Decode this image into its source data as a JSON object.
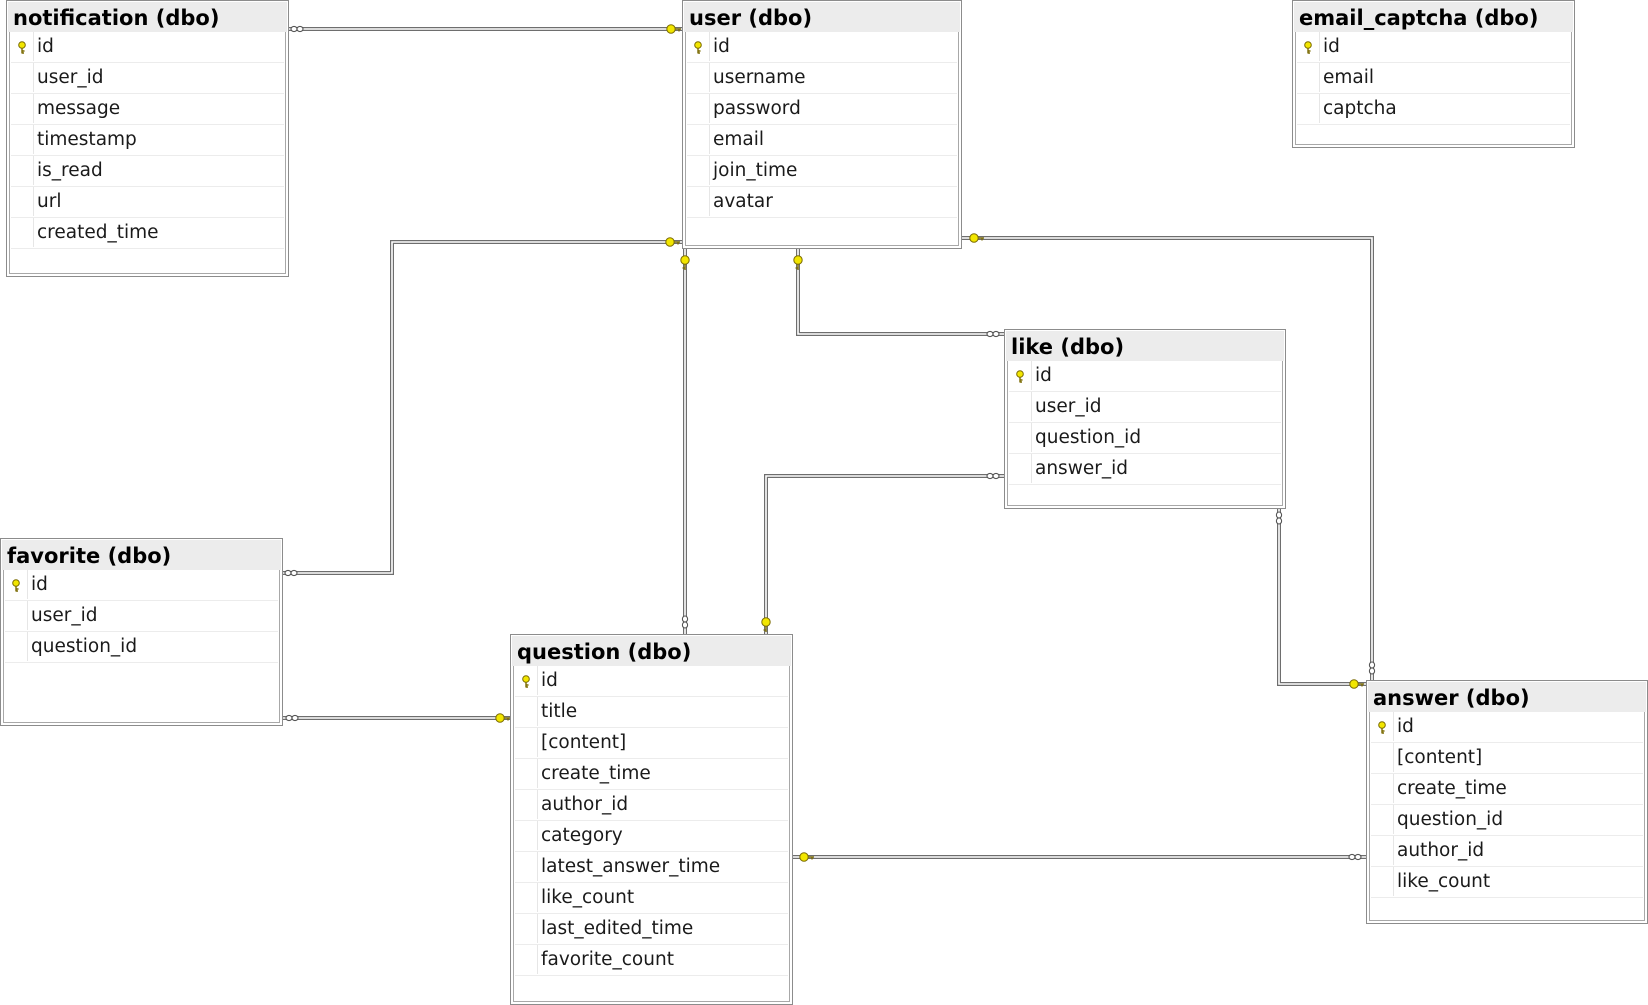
{
  "diagram": {
    "tables": [
      {
        "id": "notification",
        "title": "notification (dbo)",
        "columns": [
          {
            "name": "id",
            "pk": true
          },
          {
            "name": "user_id"
          },
          {
            "name": "message"
          },
          {
            "name": "timestamp"
          },
          {
            "name": "is_read"
          },
          {
            "name": "url"
          },
          {
            "name": "created_time"
          }
        ]
      },
      {
        "id": "user",
        "title": "user (dbo)",
        "columns": [
          {
            "name": "id",
            "pk": true
          },
          {
            "name": "username"
          },
          {
            "name": "password"
          },
          {
            "name": "email"
          },
          {
            "name": "join_time"
          },
          {
            "name": "avatar"
          }
        ]
      },
      {
        "id": "email_captcha",
        "title": "email_captcha (dbo)",
        "columns": [
          {
            "name": "id",
            "pk": true
          },
          {
            "name": "email"
          },
          {
            "name": "captcha"
          }
        ]
      },
      {
        "id": "like",
        "title": "like (dbo)",
        "columns": [
          {
            "name": "id",
            "pk": true
          },
          {
            "name": "user_id"
          },
          {
            "name": "question_id"
          },
          {
            "name": "answer_id"
          }
        ]
      },
      {
        "id": "favorite",
        "title": "favorite (dbo)",
        "columns": [
          {
            "name": "id",
            "pk": true
          },
          {
            "name": "user_id"
          },
          {
            "name": "question_id"
          }
        ]
      },
      {
        "id": "question",
        "title": "question (dbo)",
        "columns": [
          {
            "name": "id",
            "pk": true
          },
          {
            "name": "title"
          },
          {
            "name": "[content]"
          },
          {
            "name": "create_time"
          },
          {
            "name": "author_id"
          },
          {
            "name": "category"
          },
          {
            "name": "latest_answer_time"
          },
          {
            "name": "like_count"
          },
          {
            "name": "last_edited_time"
          },
          {
            "name": "favorite_count"
          }
        ]
      },
      {
        "id": "answer",
        "title": "answer (dbo)",
        "columns": [
          {
            "name": "id",
            "pk": true
          },
          {
            "name": "[content]"
          },
          {
            "name": "create_time"
          },
          {
            "name": "question_id"
          },
          {
            "name": "author_id"
          },
          {
            "name": "like_count"
          }
        ]
      }
    ],
    "relationships": [
      {
        "id": "user-notification",
        "one": "user",
        "many": "notification"
      },
      {
        "id": "user-favorite",
        "one": "user",
        "many": "favorite"
      },
      {
        "id": "user-question",
        "one": "user",
        "many": "question"
      },
      {
        "id": "user-like",
        "one": "user",
        "many": "like"
      },
      {
        "id": "user-answer",
        "one": "user",
        "many": "answer"
      },
      {
        "id": "question-like",
        "one": "question",
        "many": "like"
      },
      {
        "id": "question-favorite",
        "one": "question",
        "many": "favorite"
      },
      {
        "id": "question-answer",
        "one": "question",
        "many": "answer"
      },
      {
        "id": "answer-like",
        "one": "answer",
        "many": "like"
      }
    ],
    "colors": {
      "key_fill": "#f2e600",
      "key_stroke": "#7a6a00",
      "line": "#6e6e6e",
      "header": "#ececec",
      "border": "#8c8c8c"
    },
    "icons": {
      "primary_key": "key-icon",
      "one_end": "key-end-icon",
      "many_end": "infinity-end-icon"
    }
  }
}
